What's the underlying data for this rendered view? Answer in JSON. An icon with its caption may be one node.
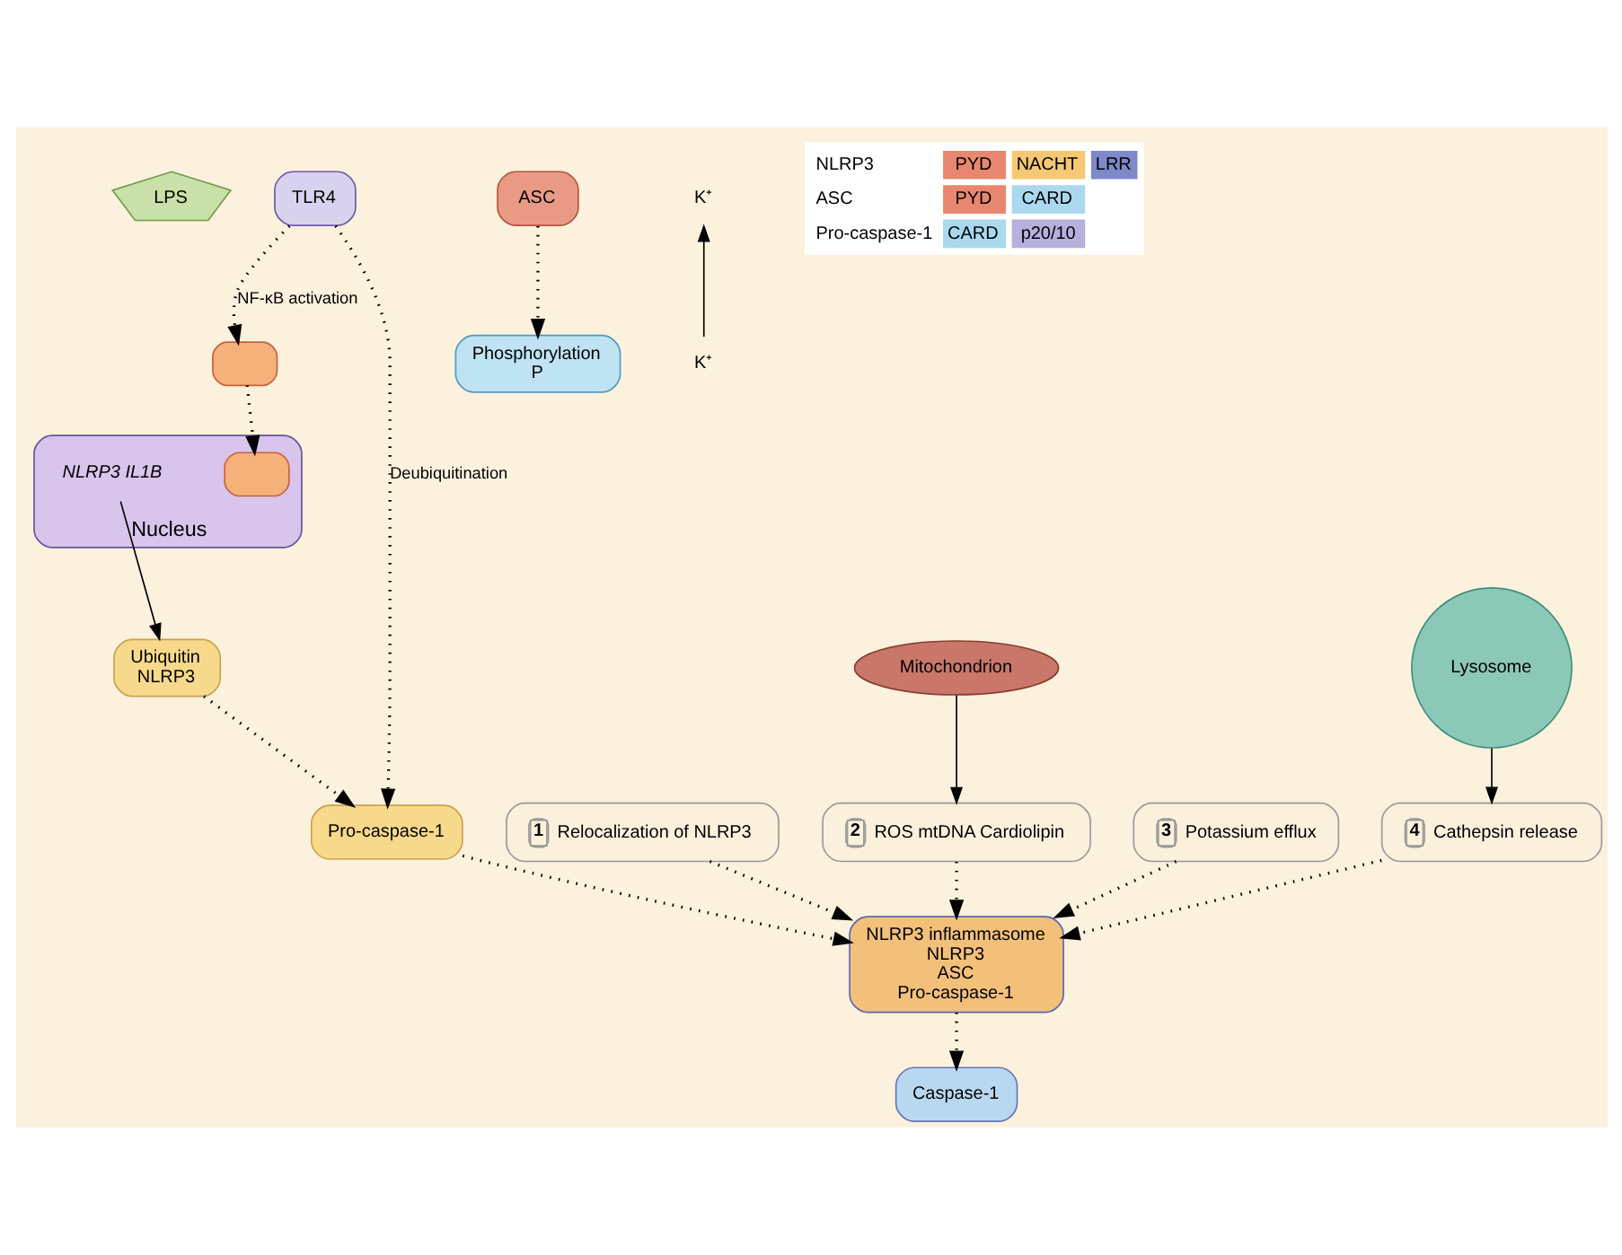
{
  "diagram": {
    "nodes": [
      {
        "text": [
          "LPS"
        ]
      },
      {
        "text": [
          "TLR4"
        ]
      },
      {
        "text": [],
        "shape": "box"
      },
      {
        "text": [
          "Nucleus"
        ]
      },
      {
        "text": [],
        "shape": "box",
        "in": 3
      },
      {
        "text": [
          "NLRP3 IL1B"
        ],
        "in": 3
      },
      {
        "text": [
          "Ubiquitin",
          "NLRP3"
        ]
      },
      {
        "text": [
          "ASC"
        ]
      },
      {
        "text": [
          "Phosphorylation",
          "P"
        ]
      },
      {
        "text": [
          "Pro-caspase-1"
        ]
      },
      {
        "text": [
          "1",
          "Relocalization of NLRP3"
        ]
      },
      {
        "text": [
          "Mitochondrion"
        ]
      },
      {
        "text": [
          "2",
          "ROS mtDNA Cardiolipin"
        ]
      },
      {
        "text": [
          "K⁺"
        ]
      },
      {
        "text": [
          "K⁺"
        ]
      },
      {
        "text": [
          "3",
          "Potassium efflux"
        ]
      },
      {
        "text": [
          "4",
          "Cathepsin release"
        ]
      },
      {
        "text": [
          "Lysosome"
        ]
      },
      {
        "text": [
          "NLRP3 inflammasome",
          "NLRP3",
          "ASC",
          "Pro-caspase-1"
        ]
      },
      {
        "text": [
          "Caspase-1"
        ]
      },
      {
        "text": [
          "NLRP3",
          "PYD",
          "NACHT",
          "LRR",
          "ASC",
          "PYD",
          "CARD",
          "Pro-caspase-1",
          "CARD",
          "p20/10"
        ]
      }
    ],
    "edges": [
      {
        "from": 1,
        "to": 2,
        "arrow": "to",
        "style": "dashed",
        "label": "NF-κB activation"
      },
      {
        "from": 2,
        "to": 4,
        "arrow": "to",
        "style": "dashed"
      },
      {
        "from": 5,
        "to": 6,
        "arrow": "to"
      },
      {
        "from": 1,
        "to": 9,
        "arrow": "to",
        "style": "dashed",
        "label": "Deubiquitination"
      },
      {
        "from": 6,
        "to": 9,
        "arrow": "to",
        "style": "dashed"
      },
      {
        "from": 7,
        "to": 8,
        "arrow": "to",
        "style": "dashed"
      },
      {
        "from": 14,
        "to": 13,
        "arrow": "to"
      },
      {
        "from": 11,
        "to": 12,
        "arrow": "to"
      },
      {
        "from": 17,
        "to": 16,
        "arrow": "to"
      },
      {
        "from": 9,
        "to": 18,
        "arrow": "to",
        "style": "dashed"
      },
      {
        "from": 10,
        "to": 18,
        "arrow": "to",
        "style": "dashed"
      },
      {
        "from": 12,
        "to": 18,
        "arrow": "to",
        "style": "dashed"
      },
      {
        "from": 15,
        "to": 18,
        "arrow": "to",
        "style": "dashed"
      },
      {
        "from": 16,
        "to": 18,
        "arrow": "to",
        "style": "dashed"
      },
      {
        "from": 18,
        "to": 19,
        "arrow": "to",
        "style": "dashed"
      }
    ]
  }
}
